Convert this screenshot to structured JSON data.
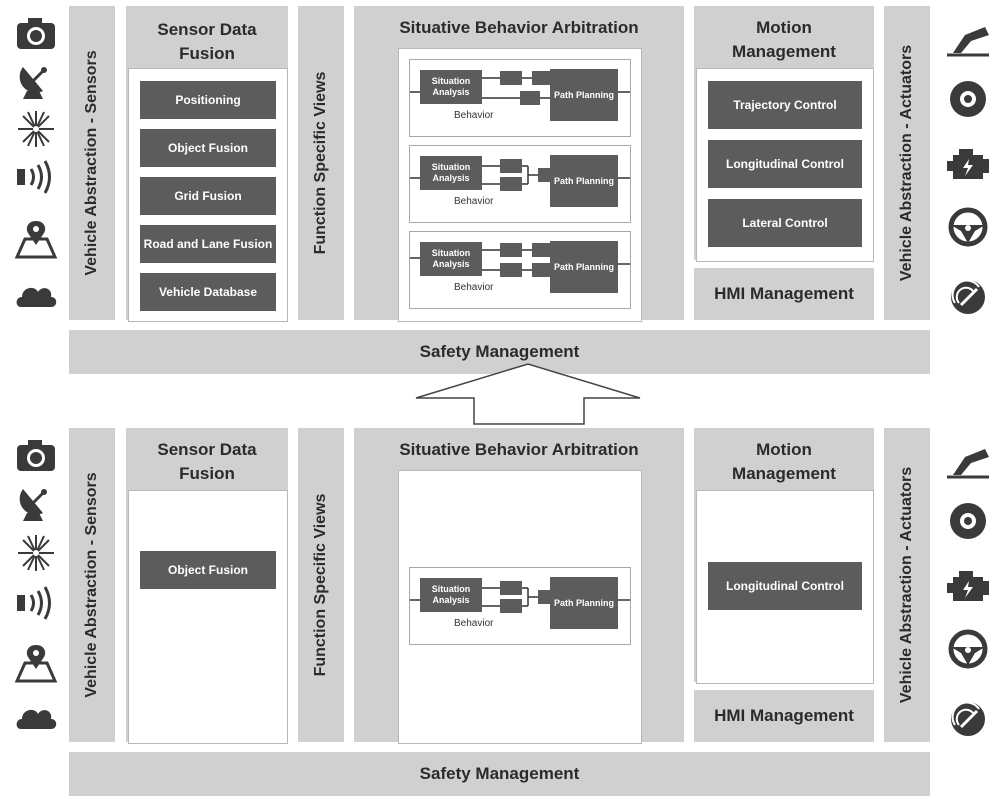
{
  "top": {
    "sensors_label": "Vehicle Abstraction - Sensors",
    "sensor_fusion_title": "Sensor Data Fusion",
    "fusion_items": [
      "Positioning",
      "Object Fusion",
      "Grid Fusion",
      "Road and Lane Fusion",
      "Vehicle Database"
    ],
    "function_views_label": "Function Specific Views",
    "arbitration_title": "Situative Behavior Arbitration",
    "behavior_blocks": [
      {
        "situation": "Situation Analysis",
        "path": "Path Planning",
        "label": "Behavior"
      },
      {
        "situation": "Situation Analysis",
        "path": "Path Planning",
        "label": "Behavior"
      },
      {
        "situation": "Situation Analysis",
        "path": "Path Planning",
        "label": "Behavior"
      }
    ],
    "motion_title": "Motion Management",
    "motion_items": [
      "Trajectory Control",
      "Longitudinal Control",
      "Lateral Control"
    ],
    "hmi_label": "HMI Management",
    "actuators_label": "Vehicle Abstraction - Actuators",
    "safety_label": "Safety Management"
  },
  "bottom": {
    "sensors_label": "Vehicle Abstraction - Sensors",
    "sensor_fusion_title": "Sensor Data Fusion",
    "fusion_items": [
      "Object Fusion"
    ],
    "function_views_label": "Function Specific Views",
    "arbitration_title": "Situative Behavior Arbitration",
    "behavior_blocks": [
      {
        "situation": "Situation Analysis",
        "path": "Path Planning",
        "label": "Behavior"
      }
    ],
    "motion_title": "Motion Management",
    "motion_items": [
      "Longitudinal Control"
    ],
    "hmi_label": "HMI Management",
    "actuators_label": "Vehicle Abstraction - Actuators",
    "safety_label": "Safety Management"
  },
  "sensor_icons": [
    "camera-icon",
    "radar-dish-icon",
    "lidar-burst-icon",
    "ultrasonic-icon",
    "map-pin-icon",
    "cloud-icon"
  ],
  "actuator_icons": [
    "brake-pedal-icon",
    "brake-disc-icon",
    "engine-icon",
    "steering-wheel-icon",
    "speedometer-icon"
  ],
  "colors": {
    "column": "#d0d0d0",
    "box": "#5c5c5c",
    "icon": "#3a3a3a"
  }
}
